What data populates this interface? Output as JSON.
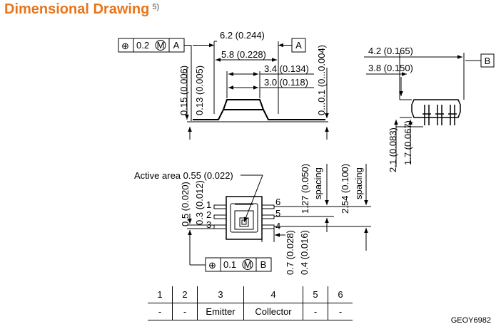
{
  "heading": {
    "title": "Dimensional Drawing",
    "footnote": "5)"
  },
  "top_view": {
    "fcf_symbol": "⊕",
    "fcf_tolerance": "0.2",
    "fcf_modifier": "M",
    "fcf_datum": "A",
    "datum_label": "A",
    "dim_width_max": "6.2 (0.244)",
    "dim_width_min": "5.8 (0.228)",
    "dim_body_max": "3.4 (0.134)",
    "dim_body_min": "3.0 (0.118)",
    "dim_lead_max": "0.15 (0.006)",
    "dim_lead_min": "0.13 (0.005)",
    "dim_standoff": "0...0.1 (0...0.004)"
  },
  "side_view": {
    "dim_width_max": "4.2 (0.165)",
    "dim_width_min": "3.8 (0.150)",
    "datum_label": "B",
    "dim_height_max": "2.1 (0.083)",
    "dim_height_min": "1.7 (0.067)"
  },
  "bottom_view": {
    "active_area": "Active area 0.55 (0.022)",
    "dim_pitch": "1.27 (0.050)",
    "dim_pitch_note": "spacing",
    "dim_row": "2.54 (0.100)",
    "dim_row_note": "spacing",
    "dim_a": "0.5 (0.020)",
    "dim_b": "0.3 (0.012)",
    "dim_lead_max": "0.7 (0.028)",
    "dim_lead_min": "0.4 (0.016)",
    "pin_labels": [
      "1",
      "2",
      "3",
      "4",
      "5",
      "6"
    ],
    "fcf_symbol": "⊕",
    "fcf_tolerance": "0.1",
    "fcf_modifier": "M",
    "fcf_datum": "B"
  },
  "pin_table": {
    "pins": [
      "1",
      "2",
      "3",
      "4",
      "5",
      "6"
    ],
    "functions": [
      "-",
      "-",
      "Emitter",
      "Collector",
      "-",
      "-"
    ]
  },
  "figure_code": "GEOY6982"
}
